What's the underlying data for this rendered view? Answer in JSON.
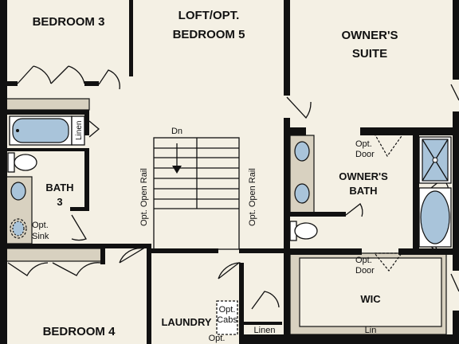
{
  "rooms": {
    "bedroom3": "BEDROOM 3",
    "loft_line1": "LOFT/OPT.",
    "loft_line2": "BEDROOM 5",
    "owners_suite_line1": "OWNER'S",
    "owners_suite_line2": "SUITE",
    "owners_bath_line1": "OWNER'S",
    "owners_bath_line2": "BATH",
    "bath3_line1": "BATH",
    "bath3_line2": "3",
    "bedroom4": "BEDROOM 4",
    "laundry": "LAUNDRY",
    "wic": "WIC"
  },
  "labels": {
    "linen_closet": "Linen",
    "stairs_down": "Dn",
    "open_rail": "Opt. Open Rail",
    "opt_sink_line1": "Opt.",
    "opt_sink_line2": "Sink",
    "opt_door_line1": "Opt.",
    "opt_door_line2": "Door",
    "opt_cabs_line1": "Opt.",
    "opt_cabs_line2": "Cabs",
    "opt_cabs_line3": "Opt.",
    "linen_bottom": "Linen",
    "lin": "Lin"
  },
  "colors": {
    "wall": "#111111",
    "floor": "#f4f0e4",
    "counter": "#d8d1c0",
    "fixture_blue": "#a9c4da"
  }
}
